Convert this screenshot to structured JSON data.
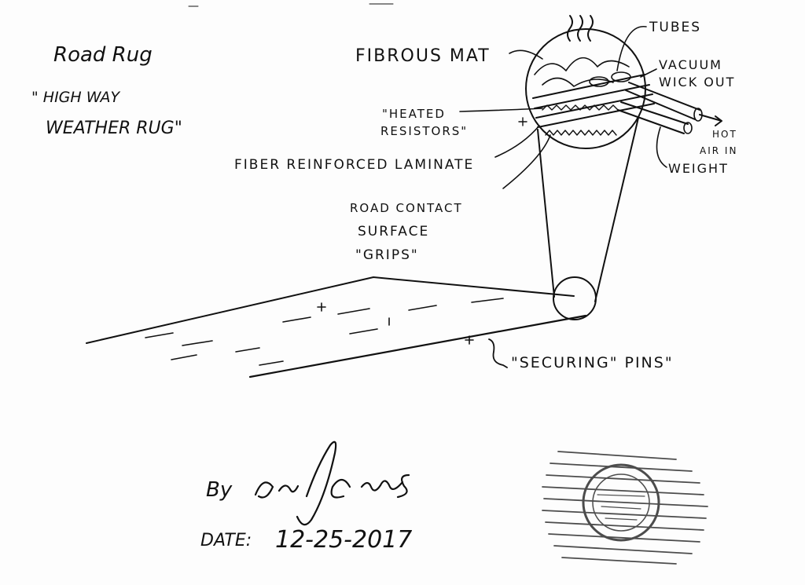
{
  "titles": {
    "name": "Road Rug",
    "subtitle_line1": "\" HIGH WAY",
    "subtitle_line2": "WEATHER RUG\""
  },
  "labels": {
    "fibrous_mat": "FIBROUS MAT",
    "tubes": "TUBES",
    "vacuum_line1": "VACUUM",
    "vacuum_line2": "WICK OUT",
    "heated_line1": "\"HEATED",
    "heated_line2": "RESISTORS\"",
    "hot_air_line1": "HOT",
    "hot_air_line2": "AIR IN",
    "fiber_laminate": "FIBER REINFORCED LAMINATE",
    "weight": "WEIGHT",
    "road_line1": "ROAD CONTACT",
    "road_line2": "SURFACE",
    "road_line3": "\"GRIPS\"",
    "securing_pins": "\"SECURING\" PINS\""
  },
  "signature": {
    "by": "By",
    "date_label": "DATE:",
    "date_value": "12-25-2017"
  },
  "colors": {
    "ink": "#111111",
    "paper": "#fdfdfd"
  }
}
